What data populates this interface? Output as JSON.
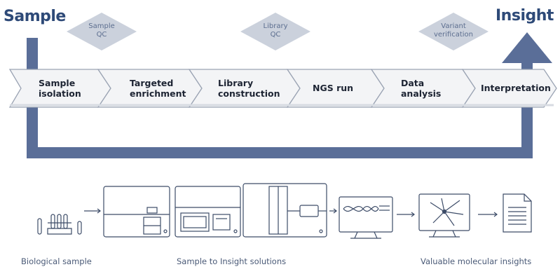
{
  "header": {
    "start_label": "Sample",
    "end_label": "Insight"
  },
  "qc_checkpoints": [
    {
      "line1": "Sample",
      "line2": "QC"
    },
    {
      "line1": "Library",
      "line2": "QC"
    },
    {
      "line1": "Variant",
      "line2": "verification"
    }
  ],
  "workflow_steps": [
    {
      "line1": "Sample",
      "line2": "isolation"
    },
    {
      "line1": "Targeted",
      "line2": "enrichment"
    },
    {
      "line1": "Library",
      "line2": "construction"
    },
    {
      "line1": "NGS run",
      "line2": ""
    },
    {
      "line1": "Data",
      "line2": "analysis"
    },
    {
      "line1": "Interpretation",
      "line2": ""
    }
  ],
  "captions": {
    "left": "Biological sample",
    "middle": "Sample to Insight solutions",
    "right": "Valuable molecular insights"
  },
  "colors": {
    "frame_blue": "#5a6e98",
    "diamond_fill": "#cbd1dc",
    "chevron_fill": "#f3f4f6",
    "chevron_stroke": "#9aa3b3",
    "icon_stroke": "#3d4c68"
  }
}
